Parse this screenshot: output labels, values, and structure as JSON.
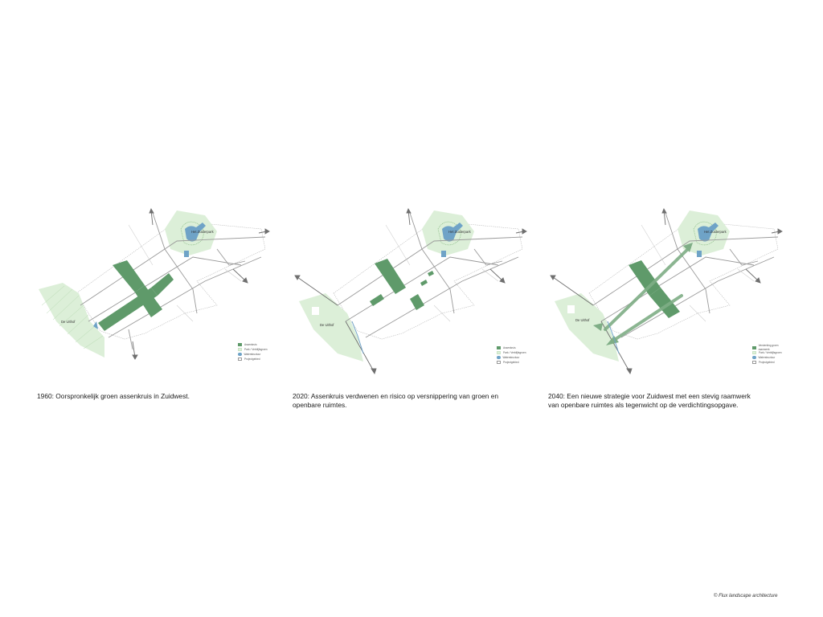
{
  "map_labels": {
    "park": "Het Zuiderpark",
    "uithof": "De Uithof"
  },
  "panels": [
    {
      "caption": "1960: Oorspronkelijk groen assenkruis in Zuidwest.",
      "legend": [
        "Assenkruis",
        "Park / Verblijfsgroen",
        "Waterstructuur",
        "Projectgebied"
      ]
    },
    {
      "caption": "2020: Assenkruis verdwenen en risico op versnippering van groen en openbare ruimtes.",
      "legend": [
        "Assenkruis",
        "Park / Verblijfsgroen",
        "Waterstructuur",
        "Projectgebied"
      ]
    },
    {
      "caption": "2040: Een nieuwe strategie voor Zuidwest met een stevig raamwerk van openbare ruimtes als tegenwicht op de verdichtingsopgave.",
      "legend": [
        "Versterking groen raamwerk",
        "Park / Verblijfsgroen",
        "Waterstructuur",
        "Projectgebied"
      ]
    }
  ],
  "credit": "© Flux landscape architecture",
  "colors": {
    "axis_green": "#5f9a6a",
    "park_green": "#dcefd8",
    "water_blue": "#6fa3c7",
    "road": "#9a9a9a"
  }
}
